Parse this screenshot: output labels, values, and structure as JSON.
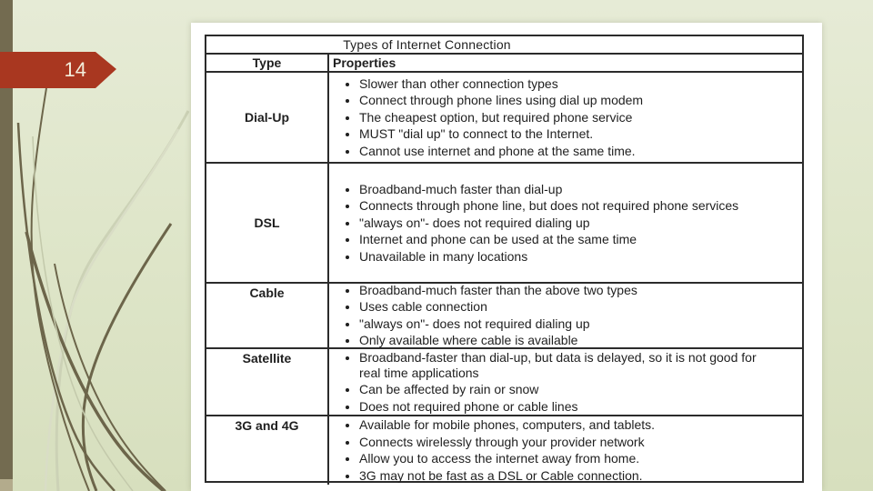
{
  "slide": {
    "page_number": "14",
    "colors": {
      "accent_arrow_red": "#a93720",
      "edge_bar_olive": "#736b50",
      "edge_bar_bottom": "#b3ab8c",
      "background_green": "#dfe6ca",
      "panel_white": "#ffffff",
      "table_border": "#2b2b2b",
      "decor_dark_curve": "#6c654a",
      "decor_light_curve": "#ccd2b6"
    }
  },
  "table": {
    "title": "Types of Internet Connection",
    "columns": [
      "Type",
      "Properties"
    ],
    "rows": [
      {
        "type": "Dial-Up",
        "properties": [
          "Slower than other connection types",
          "Connect through phone lines using dial up modem",
          "The cheapest option, but required phone service",
          "MUST \"dial up\" to connect to the Internet.",
          "Cannot use internet and phone at the same time."
        ]
      },
      {
        "type": "DSL",
        "properties": [
          "Broadband-much faster than dial-up",
          "Connects through phone line, but does not required phone services",
          "\"always on\"- does not required dialing up",
          "Internet and phone can be used at the same time",
          "Unavailable in many locations"
        ]
      },
      {
        "type": "Cable",
        "properties": [
          "Broadband-much faster than the above two types",
          "Uses cable connection",
          "\"always on\"- does not required dialing up",
          "Only available where cable is available"
        ]
      },
      {
        "type": "Satellite",
        "properties": [
          "Broadband-faster than dial-up, but data is delayed, so it is not good for real time applications",
          "Can be affected by rain or snow",
          "Does not required phone or cable lines"
        ]
      },
      {
        "type": "3G and 4G",
        "properties": [
          "Available for mobile phones, computers, and tablets.",
          "Connects wirelessly through your provider network",
          "Allow you to access the internet away from home.",
          "3G may not be fast as a DSL or Cable connection."
        ]
      }
    ]
  }
}
